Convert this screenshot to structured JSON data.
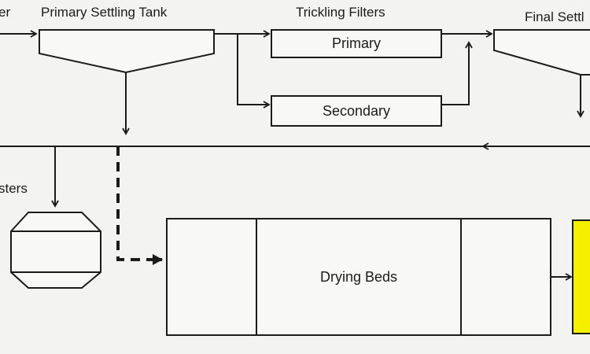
{
  "labels": {
    "influent_partial": "er",
    "primary_settling_tank": "Primary Settling Tank",
    "trickling_filters": "Trickling Filters",
    "final_settling_partial": "Final Settl",
    "digesters_partial": "sters"
  },
  "boxes": {
    "primary_filter": "Primary",
    "secondary_filter": "Secondary",
    "drying_beds": "Drying Beds"
  },
  "colors": {
    "line": "#1b1b1b",
    "background": "#f3f4f1",
    "highlight_box": "#f4f000"
  }
}
